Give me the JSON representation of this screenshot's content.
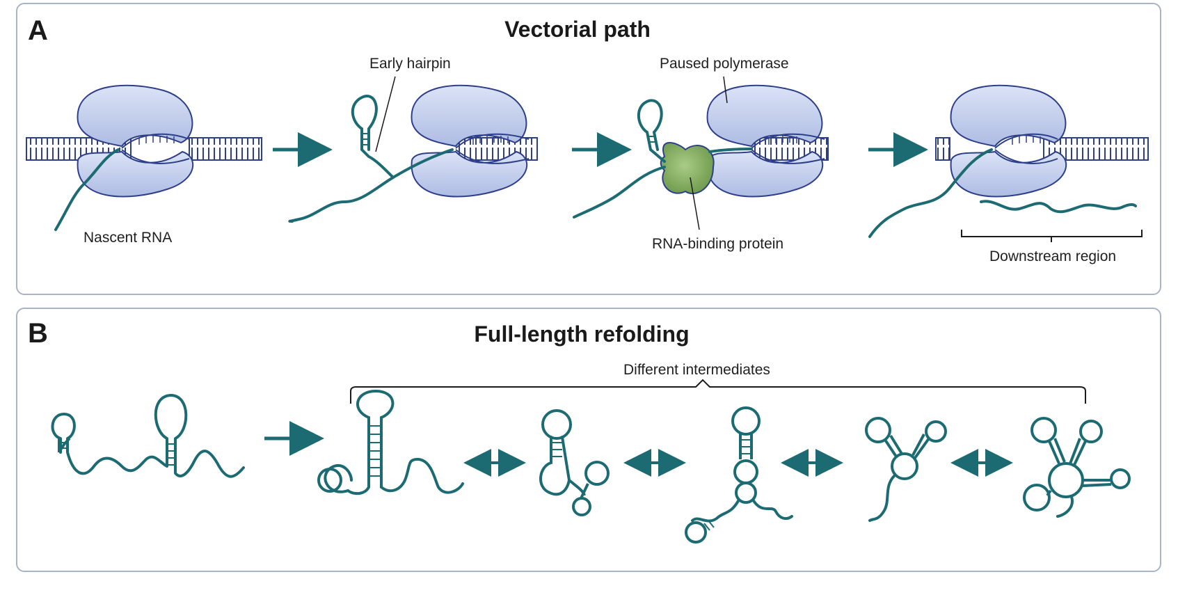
{
  "panel_a": {
    "letter": "A",
    "title": "Vectorial path",
    "labels": {
      "nascent_rna": "Nascent RNA",
      "early_hairpin": "Early hairpin",
      "paused_polymerase": "Paused polymerase",
      "rna_binding_protein": "RNA-binding protein",
      "downstream_region": "Downstream region"
    }
  },
  "panel_b": {
    "letter": "B",
    "title": "Full-length refolding",
    "labels": {
      "different_intermediates": "Different intermediates"
    }
  },
  "colors": {
    "rna": "#1c6b73",
    "polymerase_fill": "#c9d4ee",
    "polymerase_stroke": "#2e3f8a",
    "dna_stroke": "#2e3f8a",
    "protein_fill": "#8fb56a",
    "panel_border": "#a9b3c6"
  }
}
